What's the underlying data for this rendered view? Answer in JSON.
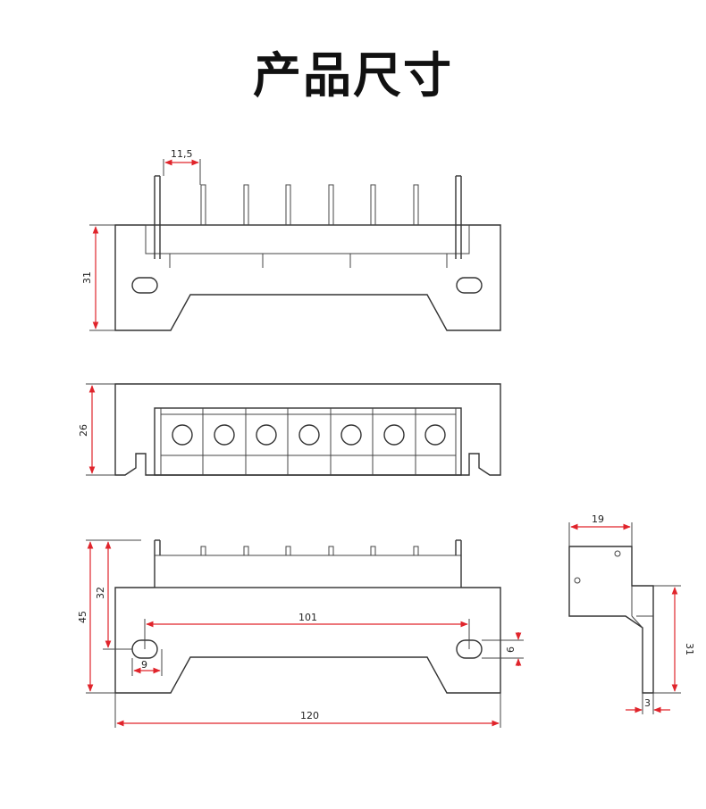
{
  "title": "产品尺寸",
  "colors": {
    "dimension": "#e0242b",
    "outline": "#333333"
  },
  "dimensions": {
    "pitch": "11,5",
    "top_view_height": "31",
    "front_view_height": "26",
    "total_height": "45",
    "body_height": "32",
    "hole_spacing": "101",
    "hole_height": "6",
    "hole_edge": "9",
    "total_length": "120",
    "side_width": "19",
    "side_height": "31",
    "side_thickness": "3"
  }
}
